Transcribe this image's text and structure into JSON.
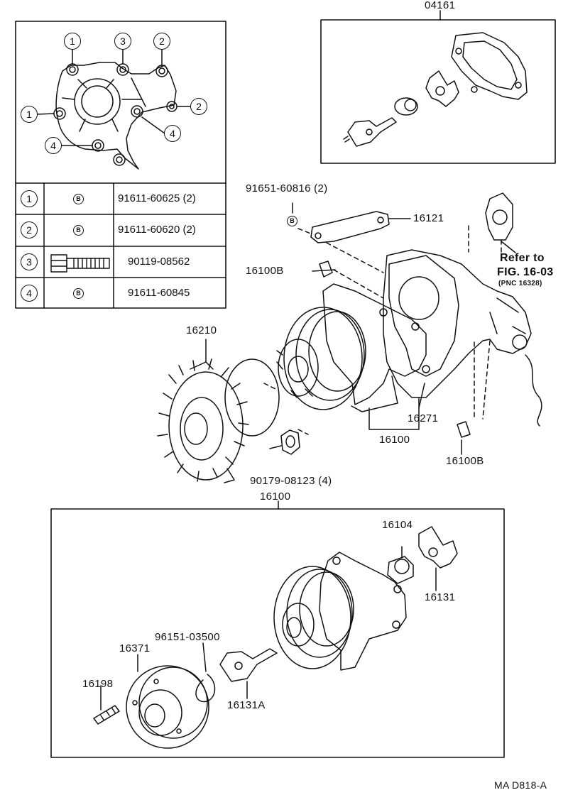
{
  "figure": {
    "code": "MA  D818-A",
    "ref_note": {
      "line1": "Refer to",
      "line2": "FIG. 16-03",
      "line3": "(PNC 16328)"
    }
  },
  "bolt_table": {
    "rows": [
      {
        "num": "1",
        "mark": "B",
        "part": "91611-60625 (2)"
      },
      {
        "num": "2",
        "mark": "B",
        "part": "91611-60620 (2)"
      },
      {
        "num": "3",
        "mark": "",
        "part": "90119-08562"
      },
      {
        "num": "4",
        "mark": "B",
        "part": "91611-60845"
      }
    ]
  },
  "inset_callouts": [
    "1",
    "3",
    "2",
    "1",
    "2",
    "4",
    "4"
  ],
  "labels": {
    "kit": "04161",
    "bolt_top": "91651-60816 (2)",
    "bracket": "16121",
    "bushing_upper": "16100B",
    "bushing_lower": "16100B",
    "fan_clutch": "16210",
    "gasket": "16271",
    "pump_assy": "16100",
    "nut": "90179-08123 (4)",
    "pump_assy_box": "16100",
    "seal": "16104",
    "impeller": "16131",
    "snap_ring": "96151-03500",
    "pulley": "16371",
    "stud": "16198",
    "shaft": "16131A"
  },
  "marks": {
    "b": "B"
  }
}
